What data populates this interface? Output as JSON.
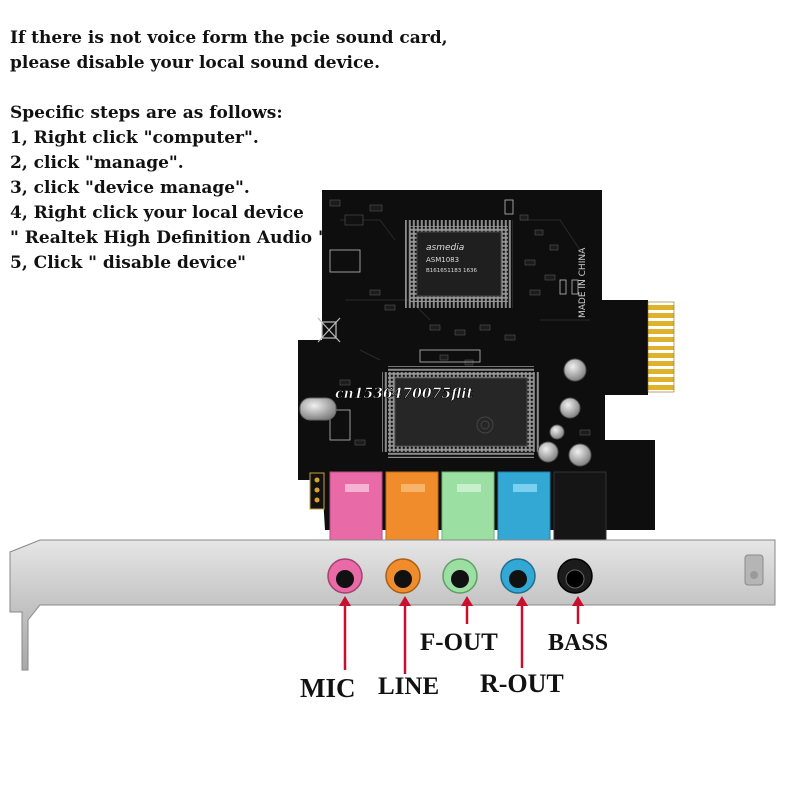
{
  "instructions": {
    "line1": "If there is not voice form the pcie sound card,",
    "line2": "please disable your local sound device.",
    "line3": "Specific steps are as follows:",
    "step1": "1, Right click \"computer\".",
    "step2": "2, click \"manage\".",
    "step3": "3, click \"device manage\".",
    "step4": "4, Right click your local device",
    "step4b": "\" Realtek High Definition Audio \"",
    "step5": "5, Click \" disable device\""
  },
  "board": {
    "chip_brand": "asmedia",
    "chip_model": "ASM1083",
    "chip_code": "B161651183  1636",
    "made_in": "MADE IN CHINA",
    "watermark": "cn1536470075flit"
  },
  "ports": {
    "mic": {
      "label": "MIC",
      "color": "#e86aa6"
    },
    "line": {
      "label": "LINE",
      "color": "#f08c2c"
    },
    "front_out": {
      "label": "F-OUT",
      "color": "#9be0a2"
    },
    "rear_out": {
      "label": "R-OUT",
      "color": "#33a8d4"
    },
    "bass": {
      "label": "BASS",
      "color": "#1a1a1a"
    }
  },
  "colors": {
    "pcb": "#0d0d0d",
    "gold": "#d9a520",
    "arrow": "#c8102e",
    "bracket": "#c9c9c9"
  }
}
